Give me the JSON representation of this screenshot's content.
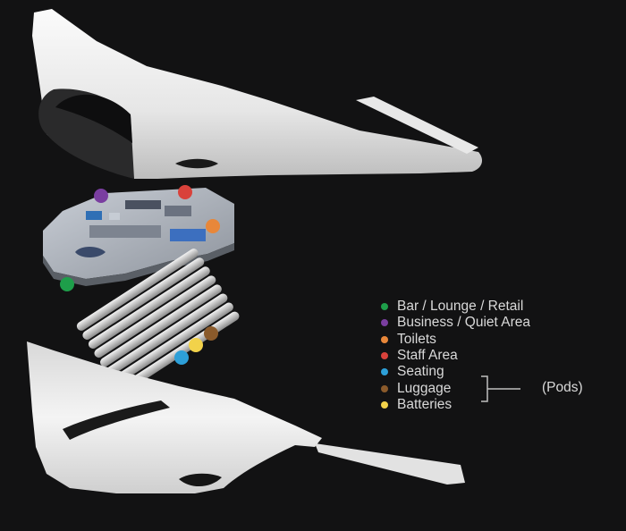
{
  "legend": {
    "items": [
      {
        "label": "Bar / Lounge / Retail",
        "color": "#1e9e4a"
      },
      {
        "label": "Business / Quiet Area",
        "color": "#7a3ea0"
      },
      {
        "label": "Toilets",
        "color": "#e8873a"
      },
      {
        "label": "Staff Area",
        "color": "#d9423b"
      },
      {
        "label": "Seating",
        "color": "#2d9fd8"
      },
      {
        "label": "Luggage",
        "color": "#8a5a2b"
      },
      {
        "label": "Batteries",
        "color": "#f2d24a"
      }
    ],
    "pods_label": "(Pods)"
  },
  "markers": [
    {
      "name": "business-marker",
      "color": "#7a3ea0"
    },
    {
      "name": "staff-marker",
      "color": "#d9423b"
    },
    {
      "name": "toilets-marker",
      "color": "#e8873a"
    },
    {
      "name": "bar-marker",
      "color": "#1e9e4a"
    },
    {
      "name": "luggage-marker",
      "color": "#8a5a2b"
    },
    {
      "name": "batteries-marker",
      "color": "#f2d24a"
    },
    {
      "name": "seating-marker",
      "color": "#2d9fd8"
    }
  ]
}
